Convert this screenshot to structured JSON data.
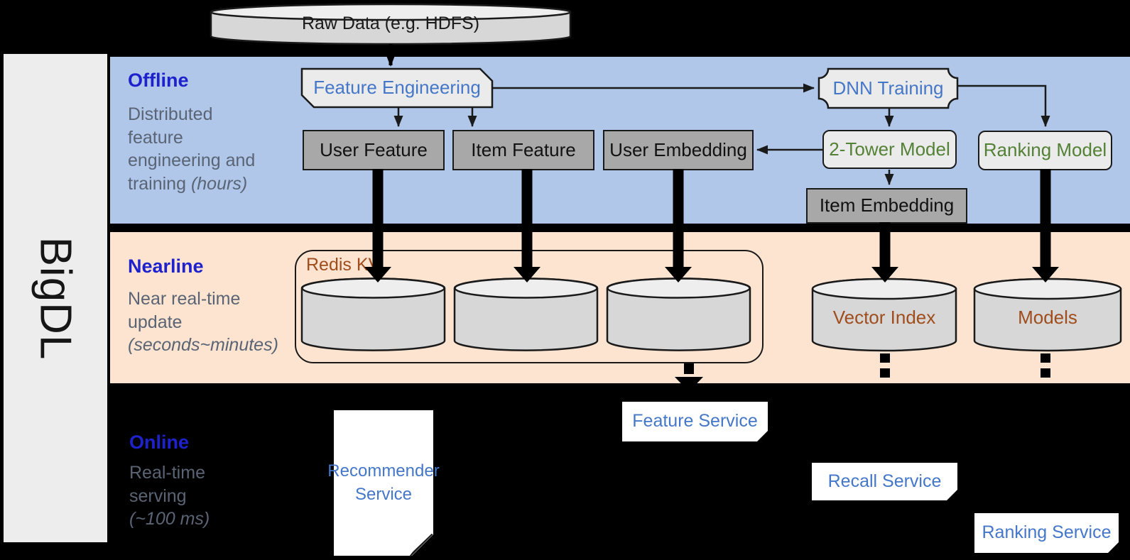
{
  "sidebar": {
    "brand": "BigDL"
  },
  "datastore": {
    "raw_data": "Raw Data (e.g. HDFS)"
  },
  "sections": {
    "offline": {
      "title": "Offline",
      "desc_pre": "Distributed feature engineering and training ",
      "desc_italic": "(hours)",
      "desc_post": ""
    },
    "nearline": {
      "title": "Nearline",
      "desc_pre": "Near real-time update ",
      "desc_italic": "(seconds~minutes)",
      "desc_post": ""
    },
    "online": {
      "title": "Online",
      "desc_pre": "Real-time serving ",
      "desc_italic": "(~100 ms)",
      "desc_post": ""
    }
  },
  "nodes": {
    "feature_engineering": "Feature Engineering",
    "dnn_training": "DNN Training",
    "user_feature": "User Feature",
    "item_feature": "Item Feature",
    "user_embedding": "User Embedding",
    "two_tower_model": "2-Tower Model",
    "ranking_model": "Ranking Model",
    "item_embedding": "Item Embedding",
    "redis_kv": "Redis KV",
    "vector_index": "Vector Index",
    "models": "Models",
    "recommender_service": "Recommender Service",
    "feature_service": "Feature Service",
    "recall_service": "Recall Service",
    "ranking_service": "Ranking Service"
  },
  "colors": {
    "background": "#000000",
    "offline_band": "#b0c7e9",
    "nearline_band": "#fce4d1",
    "section_title_blue": "#1e22cc",
    "desc_gray": "#5a6474",
    "node_text_blue": "#4577c9",
    "model_text_green": "#538135",
    "storage_text_brown": "#a04d1d",
    "gray_node_bg": "#a8a8a8",
    "light_node_bg": "#ebebeb",
    "sidebar_bg": "#ededed"
  }
}
